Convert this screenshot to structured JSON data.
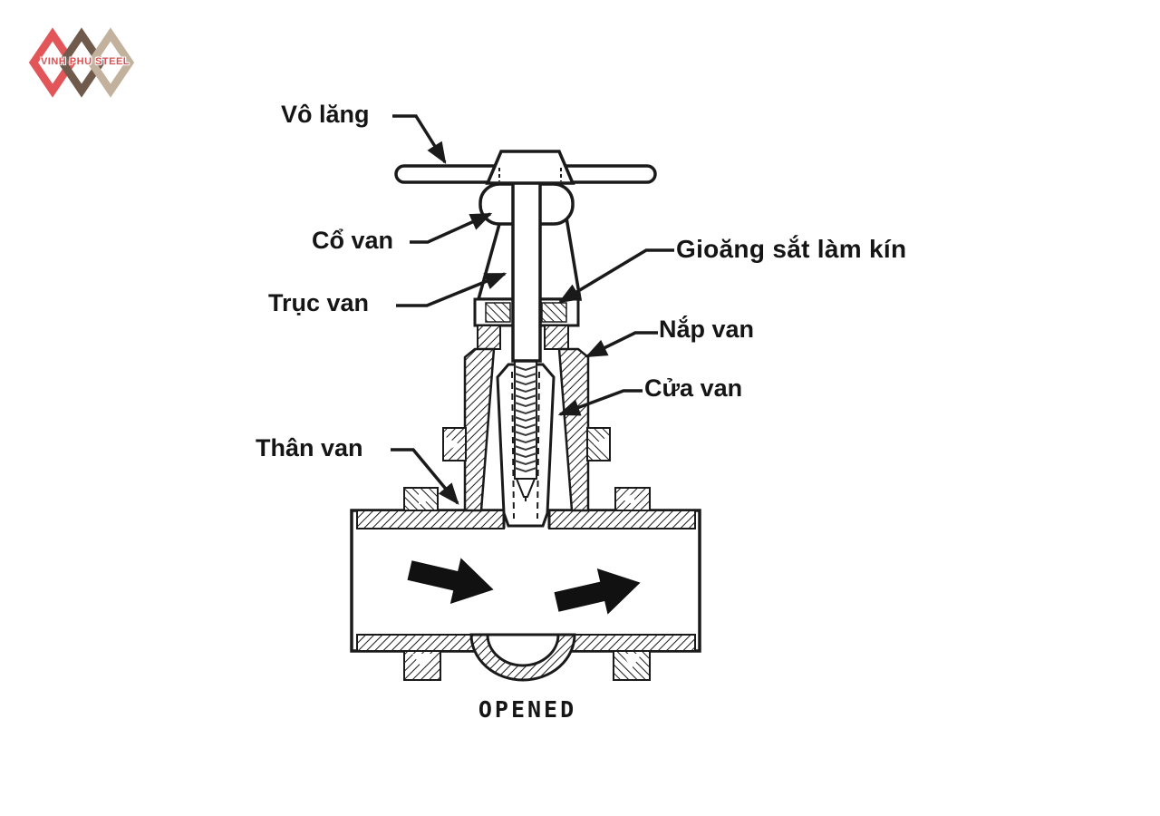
{
  "logo": {
    "text": "VINH PHU STEEL",
    "text_color": "#d85356",
    "diamond_colors": {
      "red": "#e25558",
      "brown": "#6f5a4b",
      "tan": "#c2b19c"
    }
  },
  "diagram": {
    "caption": "OPENED",
    "ink_color": "#1a1a1a",
    "labels": {
      "handwheel": "Vô lăng",
      "valve_neck": "Cổ van",
      "valve_stem": "Trục van",
      "sealing_gasket": "Gioăng sắt làm kín",
      "bonnet": "Nắp van",
      "gate": "Cửa van",
      "valve_body": "Thân van"
    }
  }
}
